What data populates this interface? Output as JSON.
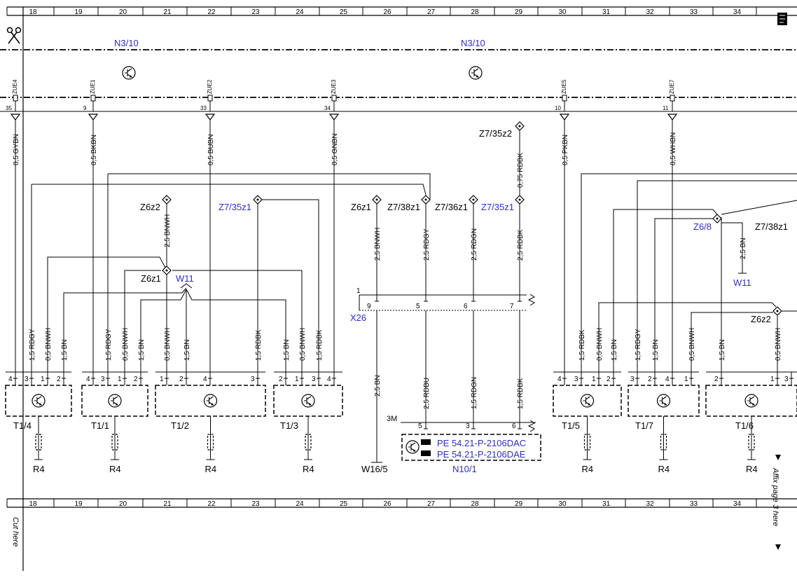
{
  "colors": {
    "line": "#000000",
    "link_blue": "#2d2dc8"
  },
  "ruler": {
    "columns": [
      "18",
      "19",
      "20",
      "21",
      "22",
      "23",
      "24",
      "25",
      "26",
      "27",
      "28",
      "29",
      "30",
      "31",
      "32",
      "33",
      "34"
    ]
  },
  "margin": {
    "cut_here": "Cut here",
    "affix_page": "Affix page 3 here",
    "scissors_icon": "scissors-icon"
  },
  "modules": {
    "left_label": "N3/10",
    "right_label": "N3/10"
  },
  "bus_pins": [
    {
      "num": "35",
      "label": "ZUE4",
      "wire": "0,5 GYBN"
    },
    {
      "num": "9",
      "label": "ZUE1",
      "wire": "0,5 BKBN"
    },
    {
      "num": "33",
      "label": "ZUE2",
      "wire": "0,5 BUBN"
    },
    {
      "num": "34",
      "label": "ZUE3",
      "wire": "0,5 GNBN"
    },
    {
      "num": "10",
      "label": "ZUE5",
      "wire": "0,5 PKBN"
    },
    {
      "num": "11",
      "label": "ZUE7",
      "wire": "0,5 WHBN"
    }
  ],
  "splices": {
    "z6z2_top": "Z6z2",
    "z7_35z1_left": "Z7/35z1",
    "z6z1_left": "Z6z1",
    "w11_left": "W11",
    "z6z1_mid": "Z6z1",
    "z7_38z1_mid": "Z7/38z1",
    "z7_36z1": "Z7/36z1",
    "z7_35z1_mid": "Z7/35z1",
    "z7_35z2": "Z7/35z2",
    "z6_8": "Z6/8",
    "z7_38z1_right": "Z7/38z1",
    "w11_right": "W11",
    "z6z2_right": "Z6z2"
  },
  "wire_labels": {
    "splice_bnwh": "2,5 BNWH",
    "z7_75": "0,75 RDBK",
    "c_bnwh": "2,5 BNWH",
    "c_rdgy": "2,5 RDGY",
    "c_rdgn": "2,5 RDGN",
    "c_rdbk": "2,5 RDBK",
    "r_bn": "2,5 BN",
    "x_bn": "2,5 BN",
    "x_rdbu": "2,5 RDBU",
    "x_rdgn": "1,5 RDGN",
    "x_rdbk": "1,5 RDBK"
  },
  "lower_wires": {
    "t14": [
      "1,5 RDGY",
      "0,5 BNWH",
      "1,5 BN"
    ],
    "t11": [
      "1,5 RDGY",
      "0,5 BNWH",
      "1,5 BN"
    ],
    "t12": [
      "0,5 BNWH",
      "1,5 BN",
      "1,5 RDBK"
    ],
    "t13": [
      "1,5 BN",
      "0,5 BNWH",
      "1,5 RDBK"
    ],
    "t15": [
      "1,5 RDBK",
      "0,5 BNWH",
      "1,5 BN"
    ],
    "t17": [
      "1,5 RDGY",
      "1,5 BN",
      "0,5 BNWH"
    ],
    "t16": [
      "1,5 BN",
      "0,5 BNWH"
    ]
  },
  "x26": {
    "label": "X26",
    "pin_left": "1",
    "pins": [
      "9",
      "5",
      "6",
      "7"
    ]
  },
  "n10": {
    "label": "N10/1",
    "connector": "3M",
    "pins": [
      "5",
      "3",
      "6"
    ],
    "refs": [
      "PE 54.21-P-2106DAC",
      "PE 54.21-P-2106DAE"
    ],
    "ref_icon": "pointing-hand-icon"
  },
  "w16": {
    "label": "W16/5"
  },
  "sensors": [
    {
      "label": "T1/4",
      "pins": [
        "4",
        "3",
        "1",
        "2"
      ],
      "r": "R4"
    },
    {
      "label": "T1/1",
      "pins": [
        "4",
        "3",
        "1",
        "2"
      ],
      "r": "R4"
    },
    {
      "label": "T1/2",
      "pins": [
        "1",
        "2",
        "4",
        "3"
      ],
      "r": "R4"
    },
    {
      "label": "T1/3",
      "pins": [
        "2",
        "1",
        "3",
        "4"
      ],
      "r": "R4"
    },
    {
      "label": "T1/5",
      "pins": [
        "4",
        "3",
        "1",
        "2"
      ],
      "r": "R4"
    },
    {
      "label": "T1/7",
      "pins": [
        "3",
        "2",
        "4",
        "1"
      ],
      "r": "R4"
    },
    {
      "label": "T1/6",
      "pins": [
        "2",
        "1",
        "3"
      ],
      "r": "R4"
    }
  ]
}
